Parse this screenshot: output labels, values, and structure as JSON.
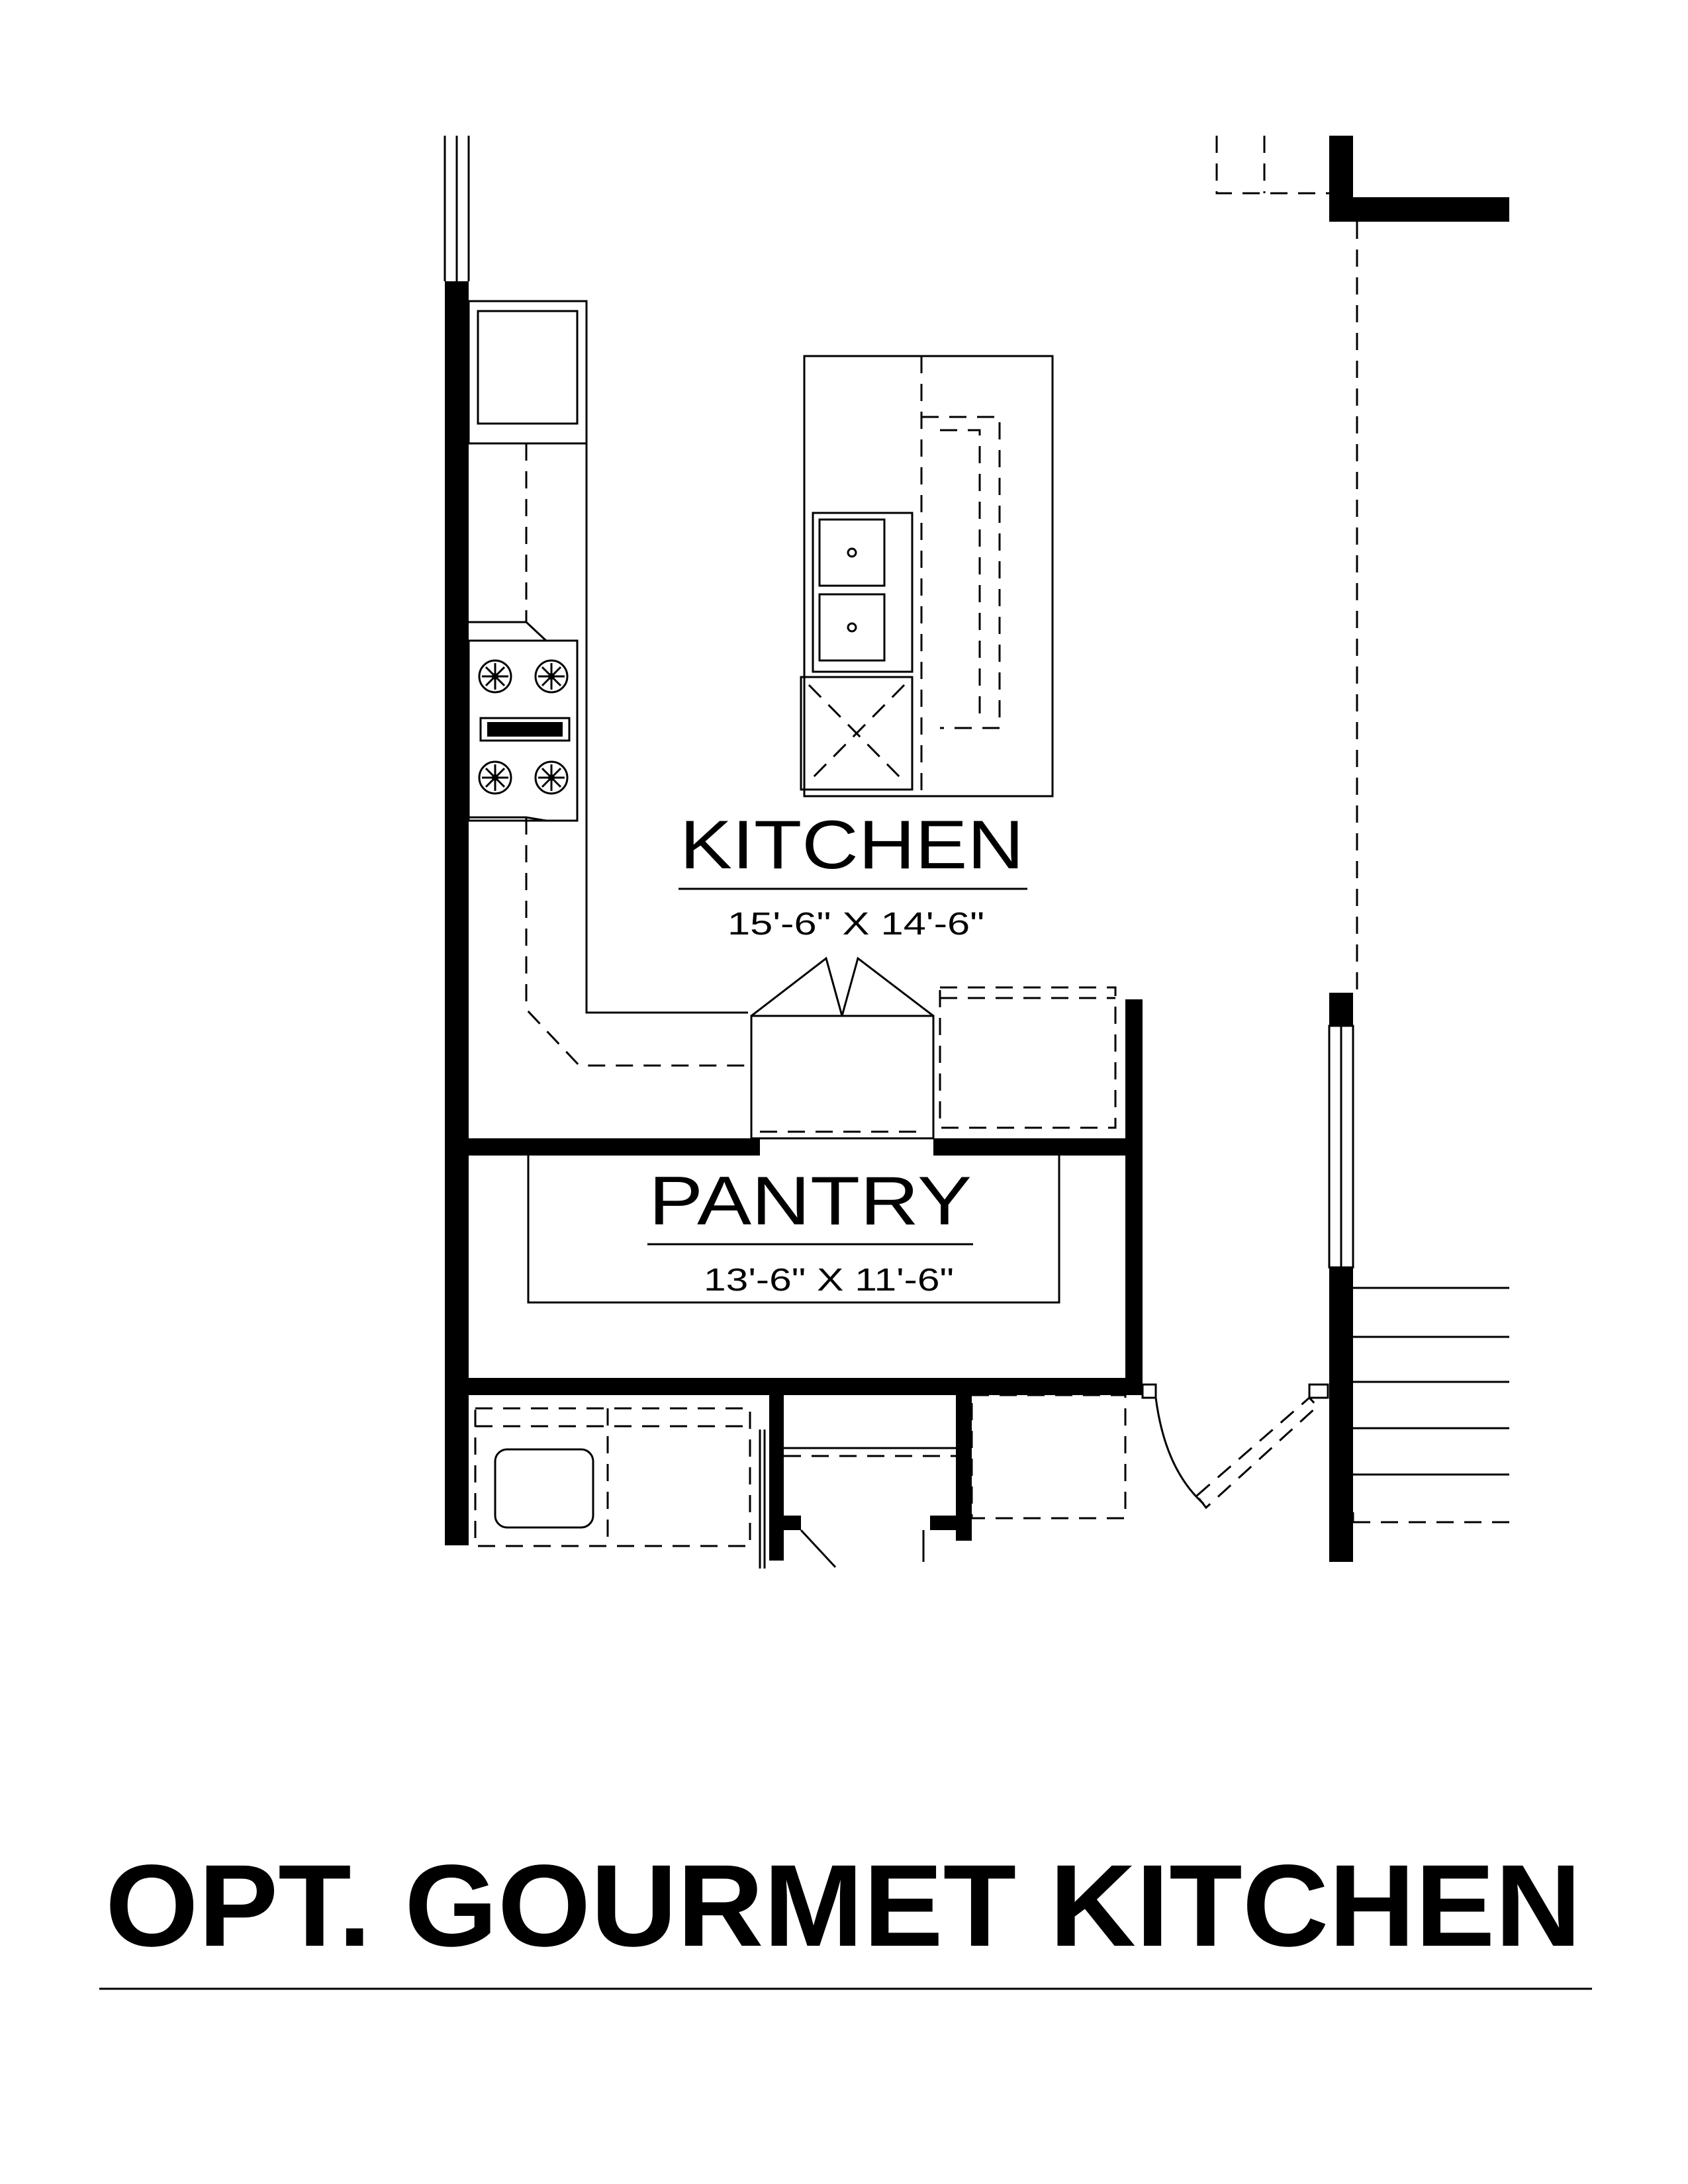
{
  "rooms": {
    "kitchen": {
      "name": "KITCHEN",
      "dimensions": "15'-6\" X 14'-6\""
    },
    "pantry": {
      "name": "PANTRY",
      "dimensions": "13'-6\" X 11'-6\""
    }
  },
  "title": "OPT. GOURMET KITCHEN",
  "colors": {
    "ink": "#000000",
    "paper": "#ffffff"
  }
}
